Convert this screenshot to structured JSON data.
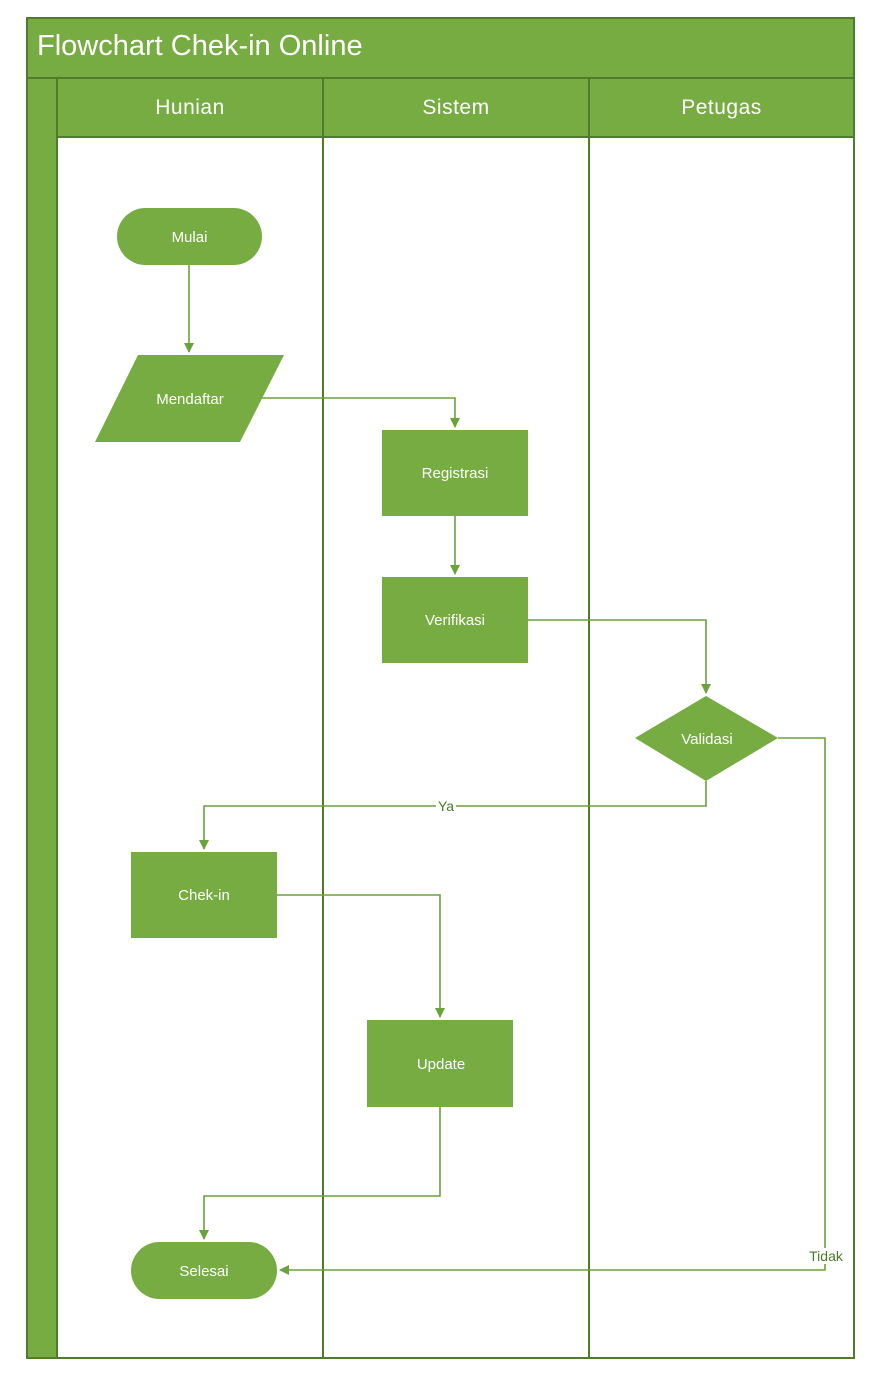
{
  "title": "Flowchart Chek-in Online",
  "lanes": [
    "Hunian",
    "Sistem",
    "Petugas"
  ],
  "nodes": {
    "mulai": "Mulai",
    "mendaftar": "Mendaftar",
    "registrasi": "Registrasi",
    "verifikasi": "Verifikasi",
    "validasi": "Validasi",
    "chekin": "Chek-in",
    "update": "Update",
    "selesai": "Selesai"
  },
  "edge_labels": {
    "ya": "Ya",
    "tidak": "Tidak"
  },
  "colors": {
    "fill": "#76ac42",
    "border": "#4e7c2a",
    "connector": "#6aa23c"
  }
}
